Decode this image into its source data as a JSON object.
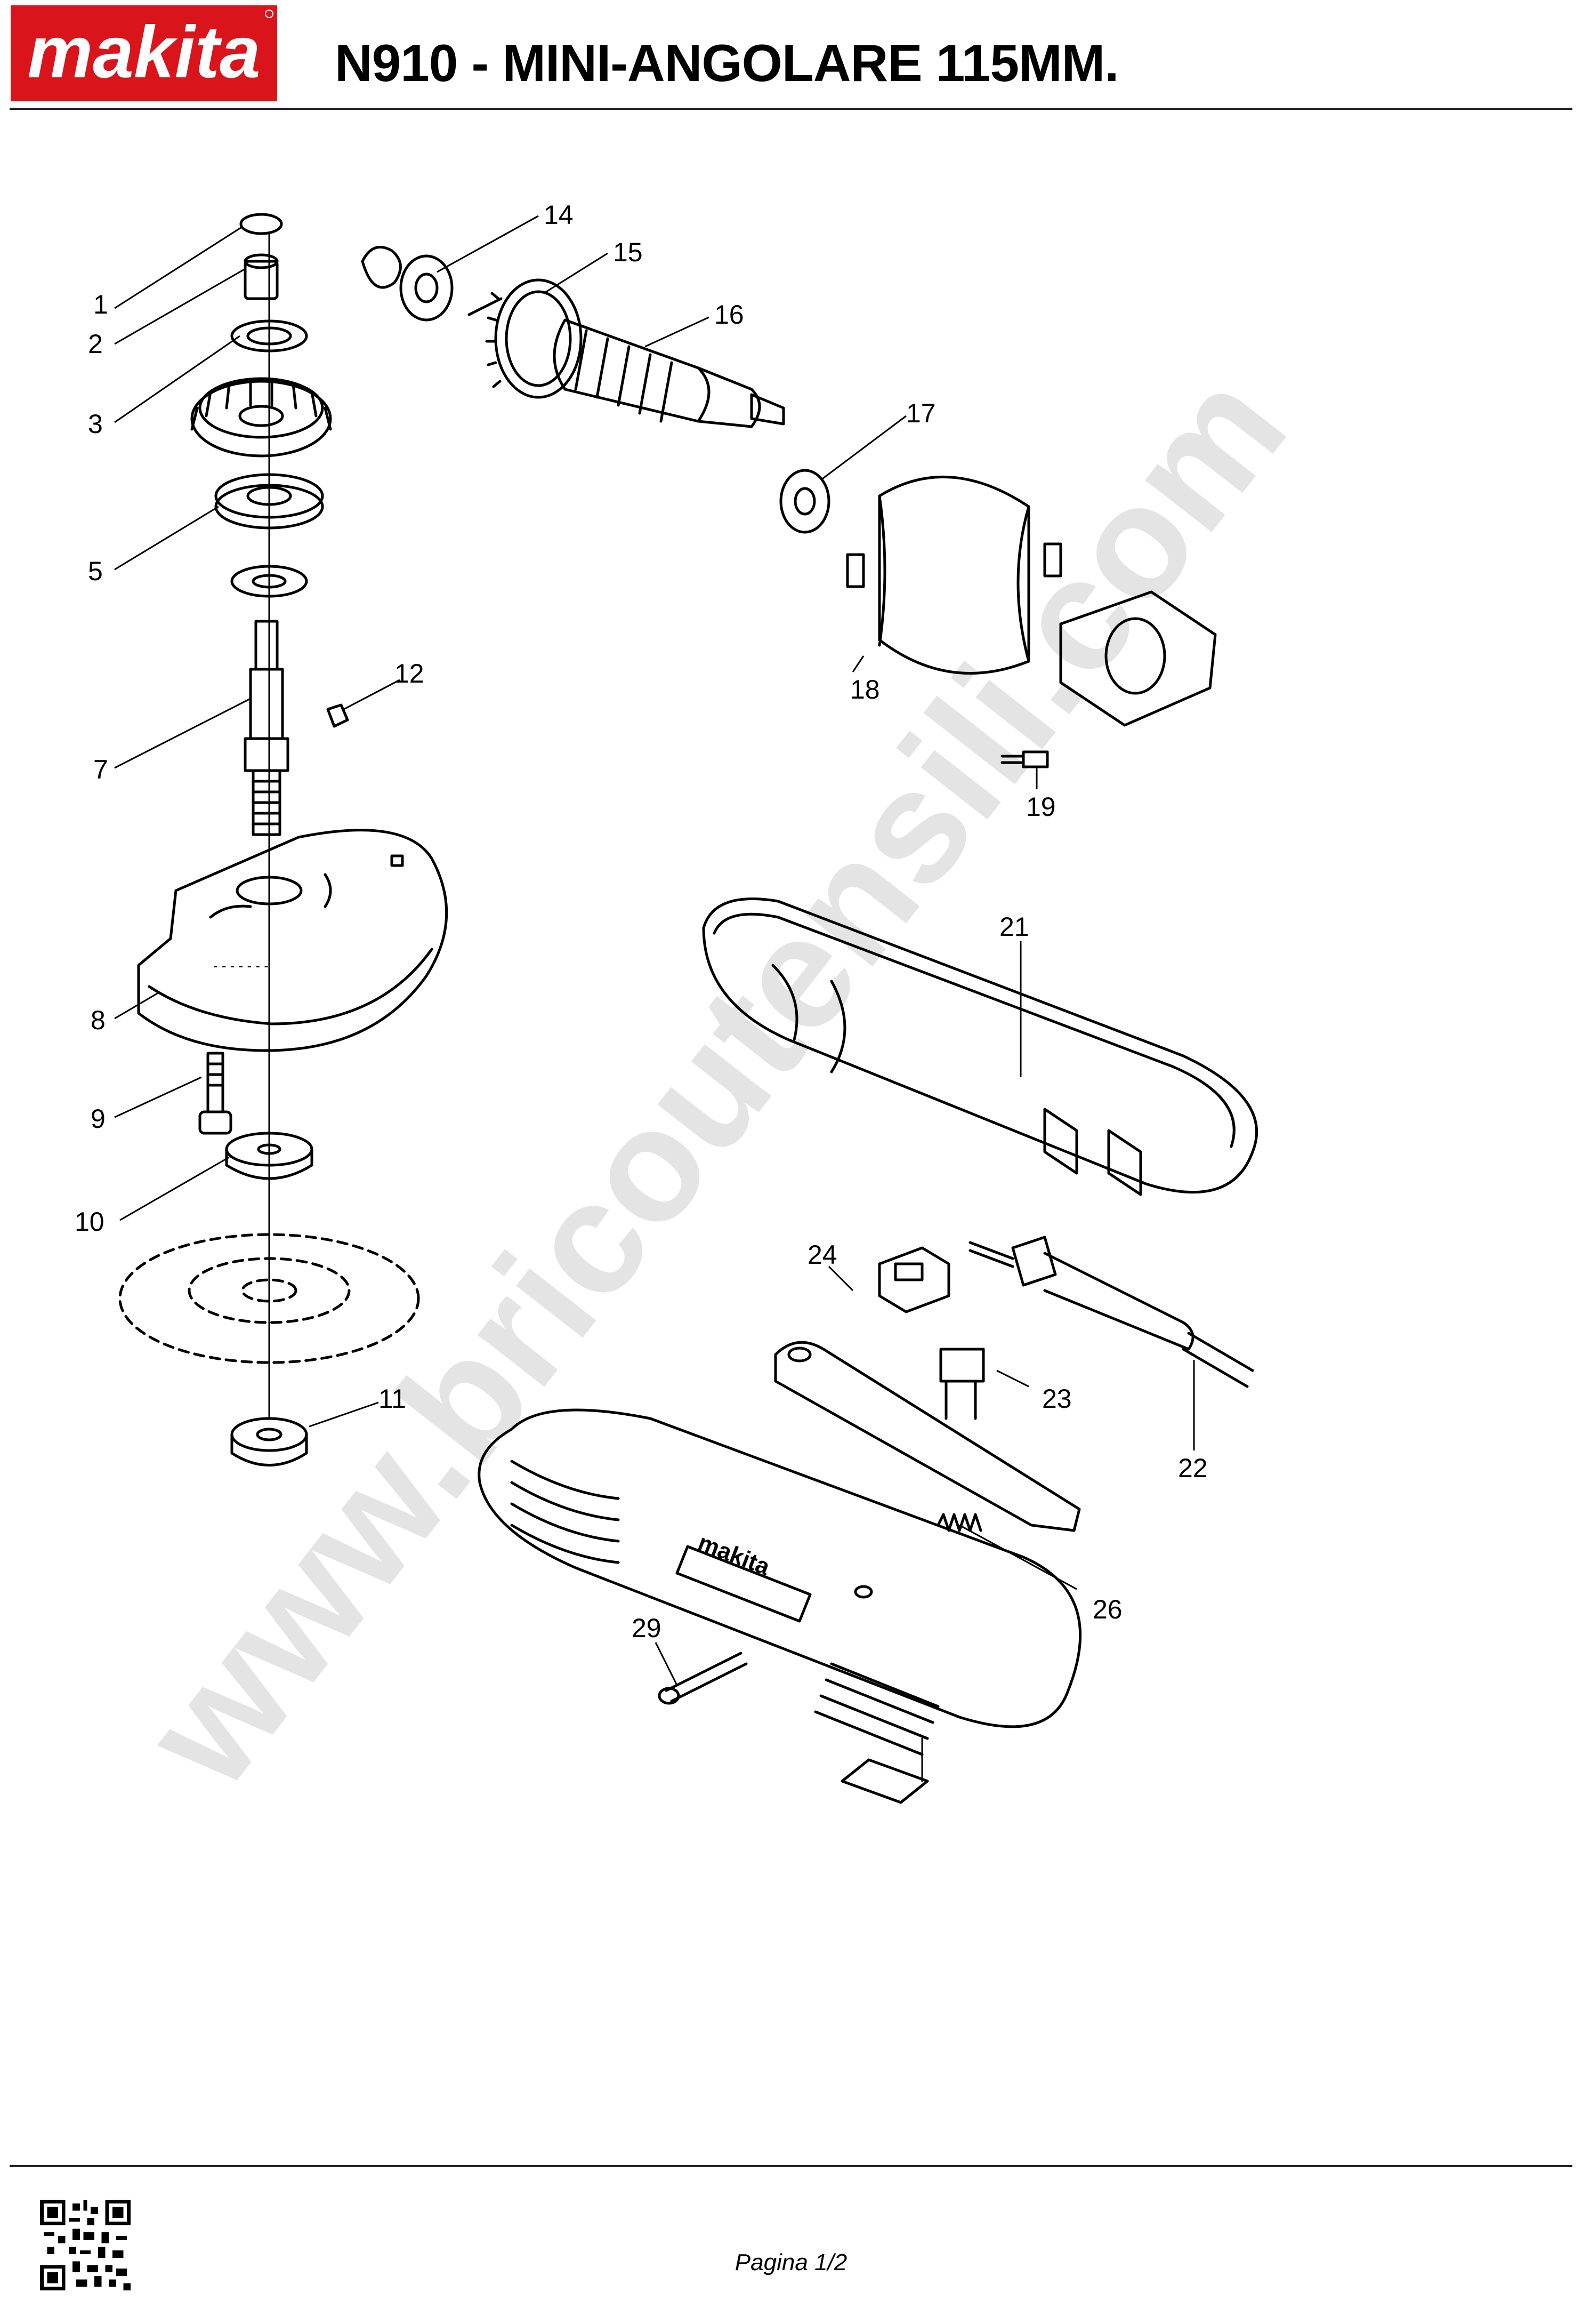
{
  "header": {
    "brand": "makita",
    "title": "N910 - MINI-ANGOLARE 115MM."
  },
  "diagram": {
    "watermark": "www.bricoutensili.com",
    "cover_badge": "makita",
    "callouts": [
      "1",
      "2",
      "3",
      "5",
      "7",
      "8",
      "9",
      "10",
      "11",
      "12",
      "14",
      "15",
      "16",
      "17",
      "18",
      "19",
      "21",
      "22",
      "23",
      "24",
      "26",
      "29"
    ]
  },
  "footer": {
    "page": "Pagina 1/2"
  },
  "colors": {
    "brand_red": "#d9141b",
    "line": "#000000"
  }
}
